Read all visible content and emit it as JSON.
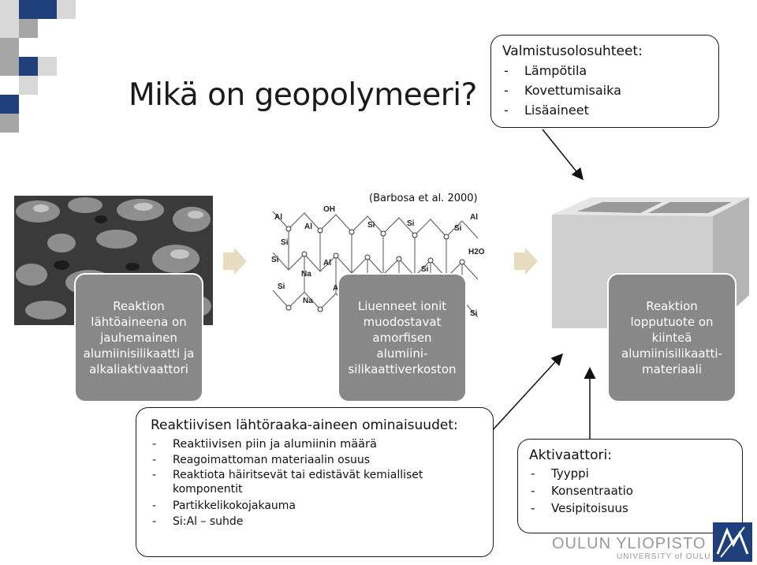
{
  "slide": {
    "title": "Mikä on geopolymeeri?"
  },
  "callouts": {
    "conditions": {
      "heading": "Valmistusolosuhteet:",
      "items": [
        "Lämpötila",
        "Kovettumisaika",
        "Lisäaineet"
      ]
    },
    "raw_material": {
      "heading": "Reaktiivisen lähtöraaka-aineen ominaisuudet:",
      "items": [
        "Reaktiivisen piin ja alumiinin määrä",
        "Reagoimattoman materiaalin osuus",
        "Reaktiota häiritsevät tai edistävät kemialliset\nkomponentit",
        "Partikkelikokojakauma",
        "Si:Al – suhde"
      ]
    },
    "activator": {
      "heading": "Aktivaattori:",
      "items": [
        "Tyyppi",
        "Konsentraatio",
        "Vesipitoisuus"
      ]
    }
  },
  "process_boxes": [
    {
      "text": "Reaktion\nlähtöaineena on\njauhemainen\nalumiinisilikaatti ja\nalkaliaktivaattori"
    },
    {
      "text": "Liuenneet ionit\nmuodostavat\namorfisen\nalumiini-\nsilikaattiverkoston"
    },
    {
      "text": "Reaktion\nlopputuote on\nkiinteä\nalumiinisilikaatti-\nmateriaali"
    }
  ],
  "citation": "(Barbosa et al. 2000)",
  "logo": {
    "name": "OULUN YLIOPISTO",
    "name_en": "UNIVERSITY of OULU"
  },
  "colors": {
    "navy": "#1f3f7a",
    "light_gray": "#d9d9d9",
    "mid_gray": "#a6a6a6",
    "box_gray": "#888888",
    "chevron": "#e8dcc0"
  },
  "molecule_labels": [
    "Al",
    "OH",
    "Al",
    "Si",
    "Si",
    "Si",
    "Si",
    "Al",
    "Si",
    "Al",
    "Si",
    "Na",
    "H2O",
    "Al",
    "Si",
    "Si",
    "Si",
    "Na",
    "Al",
    "Si"
  ]
}
